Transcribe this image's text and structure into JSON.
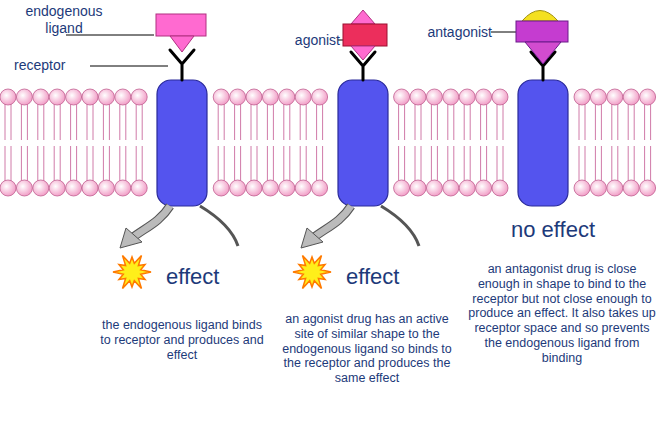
{
  "diagram": {
    "labels": [
      "endogenous ligand",
      "receptor",
      "agonist",
      "antagonist",
      "effect",
      "effect",
      "no effect",
      "the endogenous ligand binds to receptor and produces and effect",
      "an agonist drug has an active site of similar shape to the endogenous ligand so binds to the receptor and produces the same effect",
      "an antagonist drug is close enough in shape to bind to the receptor but not close enough to produce an effect. It also takes up receptor space and so prevents the endogenous ligand from binding"
    ]
  }
}
